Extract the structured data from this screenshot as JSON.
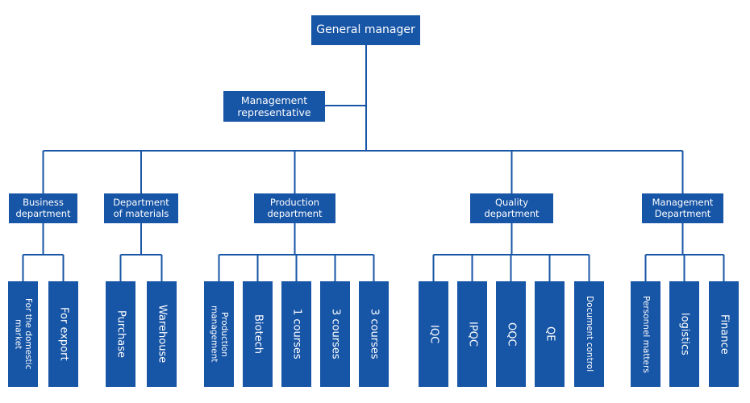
{
  "root": {
    "label": "General manager"
  },
  "management_representative": {
    "label": "Management\nrepresentative"
  },
  "departments": [
    {
      "label": "Business\ndepartment",
      "children": [
        "For the domestic\nmarket",
        "For export"
      ]
    },
    {
      "label": "Department\nof materials",
      "children": [
        "Purchase",
        "Warehouse"
      ]
    },
    {
      "label": "Production\ndepartment",
      "children": [
        "Production\nmanagement",
        "Biotech",
        "1 courses",
        "3 courses",
        "3 courses"
      ]
    },
    {
      "label": "Quality\ndepartment",
      "children": [
        "IQC",
        "IPQC",
        "OQC",
        "QE",
        "Document control"
      ]
    },
    {
      "label": "Management\nDepartment",
      "children": [
        "Personnel matters",
        "logistics",
        "Finance"
      ]
    }
  ],
  "colors": {
    "box": "#1755a6",
    "line": "#1755a6",
    "text": "#ffffff"
  }
}
